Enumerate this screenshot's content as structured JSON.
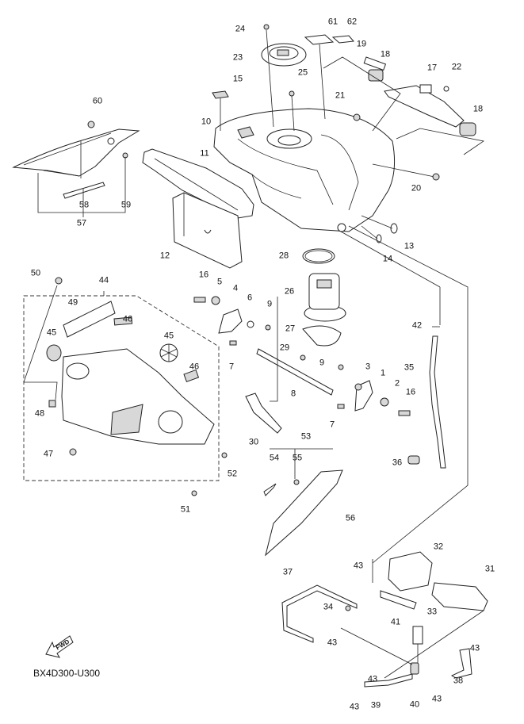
{
  "diagram": {
    "type": "exploded-parts-diagram",
    "subject": "Fuel tank assembly",
    "diagram_code": "BX4D300-U300",
    "fwd_label": "FWD",
    "callouts": [
      {
        "id": "c1",
        "num": "1"
      },
      {
        "id": "c2",
        "num": "2"
      },
      {
        "id": "c3",
        "num": "3"
      },
      {
        "id": "c4",
        "num": "4"
      },
      {
        "id": "c5",
        "num": "5"
      },
      {
        "id": "c6",
        "num": "6"
      },
      {
        "id": "c7a",
        "num": "7"
      },
      {
        "id": "c7b",
        "num": "7"
      },
      {
        "id": "c8",
        "num": "8"
      },
      {
        "id": "c9a",
        "num": "9"
      },
      {
        "id": "c9b",
        "num": "9"
      },
      {
        "id": "c10",
        "num": "10"
      },
      {
        "id": "c11",
        "num": "11"
      },
      {
        "id": "c12",
        "num": "12"
      },
      {
        "id": "c13",
        "num": "13"
      },
      {
        "id": "c14",
        "num": "14"
      },
      {
        "id": "c15",
        "num": "15"
      },
      {
        "id": "c16a",
        "num": "16"
      },
      {
        "id": "c16b",
        "num": "16"
      },
      {
        "id": "c17",
        "num": "17"
      },
      {
        "id": "c18a",
        "num": "18"
      },
      {
        "id": "c18b",
        "num": "18"
      },
      {
        "id": "c19",
        "num": "19"
      },
      {
        "id": "c20",
        "num": "20"
      },
      {
        "id": "c21",
        "num": "21"
      },
      {
        "id": "c22",
        "num": "22"
      },
      {
        "id": "c23",
        "num": "23"
      },
      {
        "id": "c24",
        "num": "24"
      },
      {
        "id": "c25",
        "num": "25"
      },
      {
        "id": "c26",
        "num": "26"
      },
      {
        "id": "c27",
        "num": "27"
      },
      {
        "id": "c28",
        "num": "28"
      },
      {
        "id": "c29",
        "num": "29"
      },
      {
        "id": "c30",
        "num": "30"
      },
      {
        "id": "c31",
        "num": "31"
      },
      {
        "id": "c32",
        "num": "32"
      },
      {
        "id": "c33",
        "num": "33"
      },
      {
        "id": "c34",
        "num": "34"
      },
      {
        "id": "c35",
        "num": "35"
      },
      {
        "id": "c36",
        "num": "36"
      },
      {
        "id": "c37",
        "num": "37"
      },
      {
        "id": "c38",
        "num": "38"
      },
      {
        "id": "c39",
        "num": "39"
      },
      {
        "id": "c40",
        "num": "40"
      },
      {
        "id": "c41",
        "num": "41"
      },
      {
        "id": "c42",
        "num": "42"
      },
      {
        "id": "c43a",
        "num": "43"
      },
      {
        "id": "c43b",
        "num": "43"
      },
      {
        "id": "c43c",
        "num": "43"
      },
      {
        "id": "c43d",
        "num": "43"
      },
      {
        "id": "c43e",
        "num": "43"
      },
      {
        "id": "c43f",
        "num": "43"
      },
      {
        "id": "c44",
        "num": "44"
      },
      {
        "id": "c45a",
        "num": "45"
      },
      {
        "id": "c45b",
        "num": "45"
      },
      {
        "id": "c46a",
        "num": "46"
      },
      {
        "id": "c46b",
        "num": "46"
      },
      {
        "id": "c47",
        "num": "47"
      },
      {
        "id": "c48",
        "num": "48"
      },
      {
        "id": "c49",
        "num": "49"
      },
      {
        "id": "c50",
        "num": "50"
      },
      {
        "id": "c51",
        "num": "51"
      },
      {
        "id": "c52",
        "num": "52"
      },
      {
        "id": "c53",
        "num": "53"
      },
      {
        "id": "c54",
        "num": "54"
      },
      {
        "id": "c55",
        "num": "55"
      },
      {
        "id": "c56",
        "num": "56"
      },
      {
        "id": "c57",
        "num": "57"
      },
      {
        "id": "c58",
        "num": "58"
      },
      {
        "id": "c59",
        "num": "59"
      },
      {
        "id": "c60",
        "num": "60"
      },
      {
        "id": "c61",
        "num": "61"
      },
      {
        "id": "c62",
        "num": "62"
      }
    ]
  }
}
